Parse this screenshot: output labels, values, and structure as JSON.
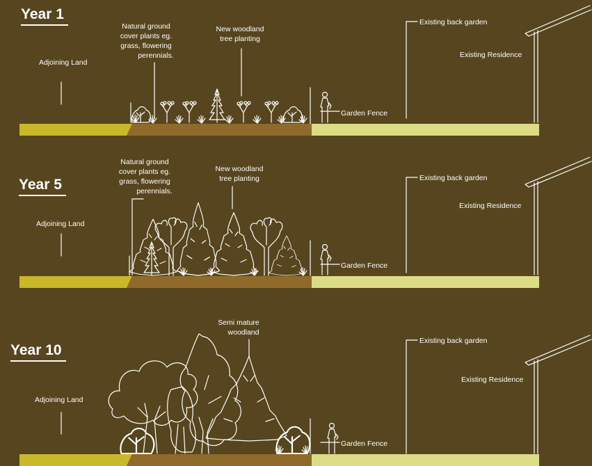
{
  "colors": {
    "background": "#56451e",
    "adjoining_ground": "#c9b82a",
    "planting_ground": "#8f6a2a",
    "garden_ground": "#dcdc86",
    "line": "#ffffff"
  },
  "panels": [
    {
      "year": "Year 1",
      "adjoining_land": "Adjoining Land",
      "ground_cover": [
        "Natural ground",
        "cover plants eg.",
        "grass, flowering",
        "perennials."
      ],
      "planting": [
        "New woodland",
        "tree planting"
      ],
      "garden_fence": "Garden Fence",
      "back_garden": "Existing back garden",
      "residence": "Existing Residence"
    },
    {
      "year": "Year 5",
      "adjoining_land": "Adjoining Land",
      "ground_cover": [
        "Natural ground",
        "cover plants eg.",
        "grass, flowering",
        "perennials."
      ],
      "planting": [
        "New woodland",
        "tree planting"
      ],
      "garden_fence": "Garden Fence",
      "back_garden": "Existing back garden",
      "residence": "Existing Residence"
    },
    {
      "year": "Year 10",
      "adjoining_land": "Adjoining Land",
      "planting": [
        "Semi mature",
        "woodland"
      ],
      "garden_fence": "Garden Fence",
      "back_garden": "Existing back garden",
      "residence": "Existing Residence"
    }
  ]
}
